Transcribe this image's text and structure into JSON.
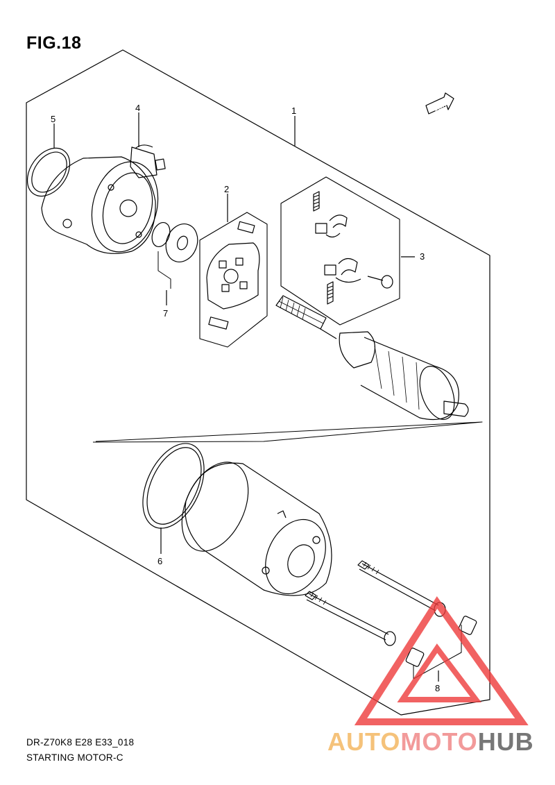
{
  "figure": {
    "title": "FIG.18"
  },
  "footer": {
    "code": "DR-Z70K8 E28 E33_018",
    "caption": "STARTING MOTOR-C"
  },
  "direction_badge": {
    "label": "FWD"
  },
  "callouts": [
    "1",
    "2",
    "3",
    "4",
    "5",
    "6",
    "7",
    "8"
  ],
  "watermark": {
    "parts": [
      "AUTO",
      "MOTO",
      "HUB"
    ],
    "colors": [
      "#f5c27a",
      "#f29a9a",
      "#777777"
    ],
    "emblem_color": "#ee3b3b"
  }
}
